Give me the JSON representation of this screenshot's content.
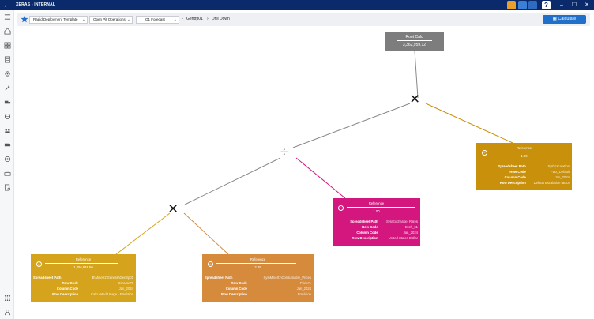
{
  "app": {
    "title": "XERAS - INTERNAL"
  },
  "toolbar": {
    "template": "Rapid Deployment Template",
    "operation": "Open Pit Operations",
    "forecast": "Q1 Forecast",
    "breadcrumb": [
      "Gentrp01",
      "Drill Down"
    ],
    "calculate_label": "Calculate"
  },
  "tree": {
    "root": {
      "label": "Root Calc",
      "value": "3,362,959.12"
    },
    "operators": {
      "top": "×",
      "middle": "÷",
      "bottom": "×"
    },
    "field_labels": {
      "sheet": "Spreadsheet Path",
      "row": "Row Code",
      "col": "Column Code",
      "desc": "Row Description"
    },
    "nodes": [
      {
        "title": "Reference",
        "value": "1.00",
        "sheet": "Sys\\Escalation",
        "row": "Fact_Default",
        "col": "Jan_2024",
        "desc": "Default Escalation factor",
        "color": "#c8900b"
      },
      {
        "title": "Reference",
        "value": "1.00",
        "sheet": "Sys\\Exchange_Rates",
        "row": "Exch_01",
        "col": "Jan_2024",
        "desc": "United States Dollar",
        "color": "#d4167f"
      },
      {
        "title": "Reference",
        "value": "1,494,648.50",
        "sheet": "B\\Mine01\\General\\Gentrp01",
        "row": "ConUse#0",
        "col": "Jan_2024",
        "desc": "Calculated Usage - Emulsion",
        "color": "#d6a41c"
      },
      {
        "title": "Reference",
        "value": "2.25",
        "sheet": "Sys\\Mine01\\Consumable_Prices",
        "row": "Price#1",
        "col": "Jan_2024",
        "desc": "Emulsion",
        "color": "#d58a3c"
      }
    ]
  }
}
